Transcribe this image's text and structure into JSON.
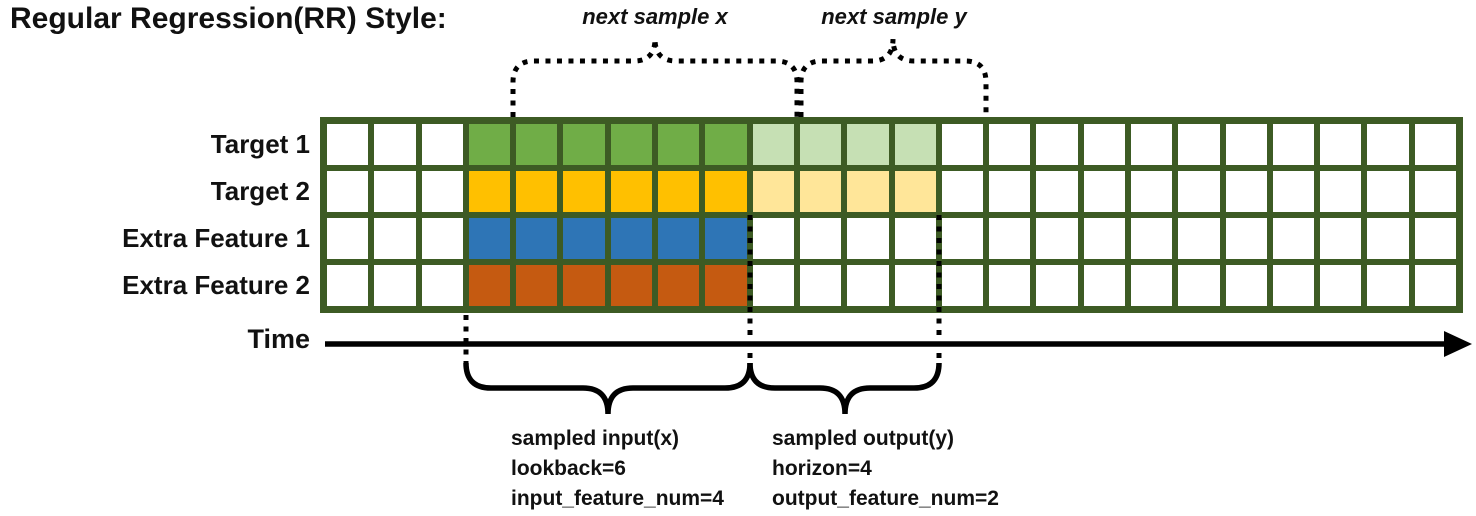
{
  "title": "Regular Regression(RR) Style:",
  "top_annotations": {
    "next_sample_x": "next sample x",
    "next_sample_y": "next sample y"
  },
  "time_axis": {
    "label": "Time"
  },
  "bottom_annotations": {
    "input": {
      "line1": "sampled input(x)",
      "line2": "lookback=6",
      "line3": "input_feature_num=4"
    },
    "output": {
      "line1": "sampled output(y)",
      "line2": "horizon=4",
      "line3": "output_feature_num=2"
    }
  },
  "grid": {
    "columns": 24,
    "lead_empty_columns": 3,
    "lookback": 6,
    "horizon": 4,
    "border_color": "#3d5b24",
    "empty_cell_color": "#ffffff",
    "rows": [
      {
        "label": "Target 1",
        "has_output": true,
        "input_color": "#70ad47",
        "output_color": "#c6e0b4"
      },
      {
        "label": "Target 2",
        "has_output": true,
        "input_color": "#ffc000",
        "output_color": "#ffe699"
      },
      {
        "label": "Extra Feature 1",
        "has_output": false,
        "input_color": "#2e75b6",
        "output_color": "#ffffff"
      },
      {
        "label": "Extra Feature 2",
        "has_output": false,
        "input_color": "#c55a11",
        "output_color": "#ffffff"
      }
    ]
  },
  "line_color": "#000000"
}
